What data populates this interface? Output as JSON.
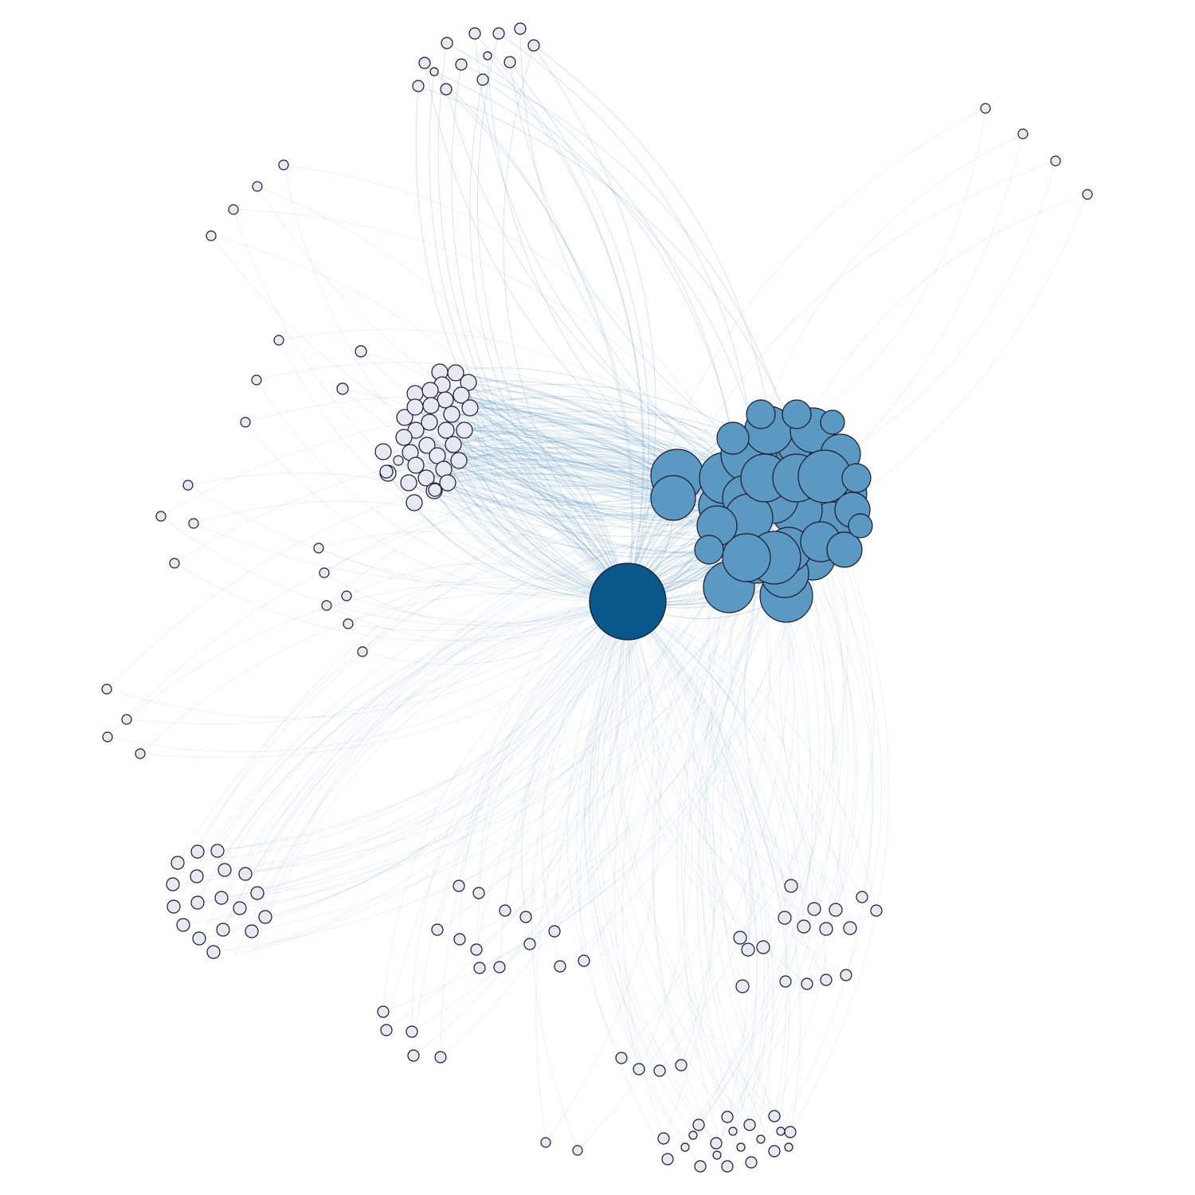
{
  "diagram": {
    "type": "network-graph",
    "labels_shown": false,
    "colors": {
      "background": "#ffffff",
      "hub_node": "#08588c",
      "core_node": "#5b99c2",
      "peripheral_node": "#e6e8f2",
      "node_stroke": "#1a1a2e",
      "edge": "#4a87bb"
    },
    "node_groups": [
      {
        "id": "hub",
        "role": "hub",
        "color": "#08588c",
        "count": 1
      },
      {
        "id": "core-cluster",
        "role": "core",
        "color": "#5b99c2",
        "count": 40
      },
      {
        "id": "cluster-top",
        "role": "peripheral",
        "color": "#e6e8f2",
        "count": 13
      },
      {
        "id": "cluster-top-right",
        "role": "peripheral",
        "color": "#e6e8f2",
        "count": 4
      },
      {
        "id": "cluster-upper-left",
        "role": "peripheral",
        "color": "#e6e8f2",
        "count": 4
      },
      {
        "id": "cluster-mid-left-dense",
        "role": "peripheral",
        "color": "#e6e8f2",
        "count": 30
      },
      {
        "id": "cluster-left-small",
        "role": "peripheral",
        "color": "#e6e8f2",
        "count": 20
      },
      {
        "id": "cluster-far-left",
        "role": "peripheral",
        "color": "#e6e8f2",
        "count": 4
      },
      {
        "id": "cluster-lower-left",
        "role": "peripheral",
        "color": "#e6e8f2",
        "count": 18
      },
      {
        "id": "cluster-bottom-center",
        "role": "peripheral",
        "color": "#e6e8f2",
        "count": 13
      },
      {
        "id": "cluster-bottom-right",
        "role": "peripheral",
        "color": "#e6e8f2",
        "count": 21
      },
      {
        "id": "cluster-bottom",
        "role": "peripheral",
        "color": "#e6e8f2",
        "count": 27
      }
    ]
  }
}
